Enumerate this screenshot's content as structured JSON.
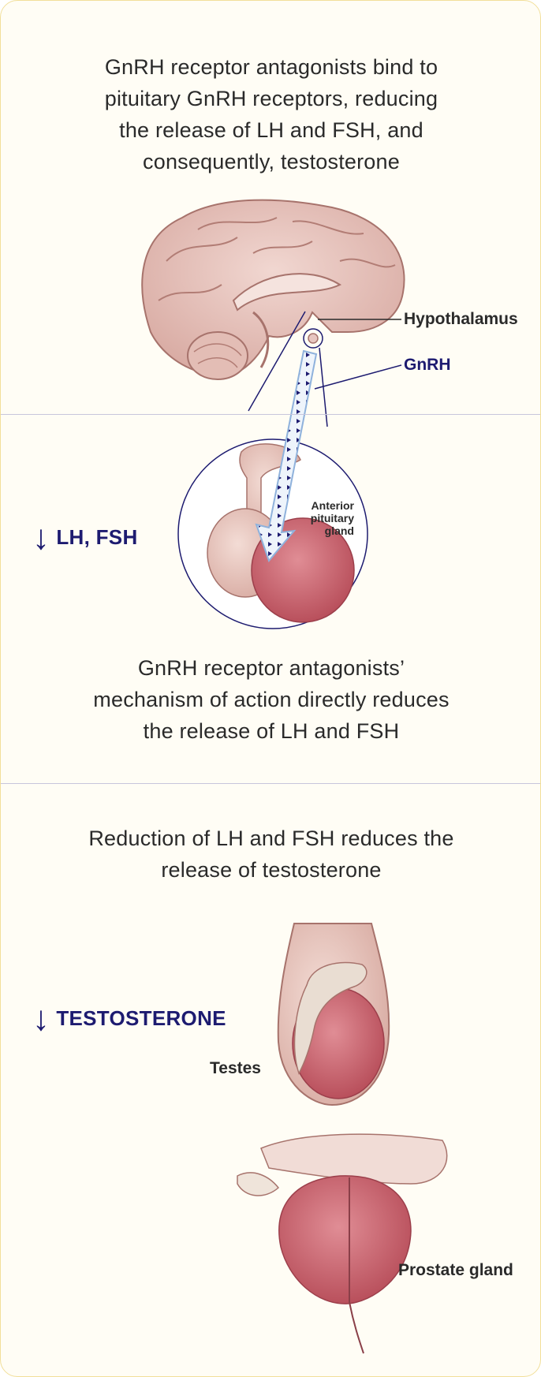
{
  "intro_caption_lines": [
    "GnRH receptor antagonists bind to",
    "pituitary GnRH receptors, reducing",
    "the release of LH and FSH, and",
    "consequently, testosterone"
  ],
  "labels": {
    "hypothalamus": "Hypothalamus",
    "gnrh": "GnRH",
    "anterior_pituitary_lines": [
      "Anterior",
      "pituitary",
      "gland"
    ],
    "testes": "Testes",
    "prostate": "Prostate gland"
  },
  "effects": {
    "arrow_glyph": "↓",
    "lh_fsh": "LH, FSH",
    "testosterone": "TESTOSTERONE"
  },
  "mechanism_caption_lines": [
    "GnRH receptor antagonists’",
    "mechanism of action directly reduces",
    "the release of LH and FSH"
  ],
  "reduction_caption_lines": [
    "Reduction of LH and FSH reduces the",
    "release of testosterone"
  ],
  "colors": {
    "navy": "#1d1b70",
    "brain": "#e7c6c0",
    "gland_red": "#cf6e78",
    "gland_pale": "#e9c9c1",
    "card_border": "#f2df9a"
  }
}
